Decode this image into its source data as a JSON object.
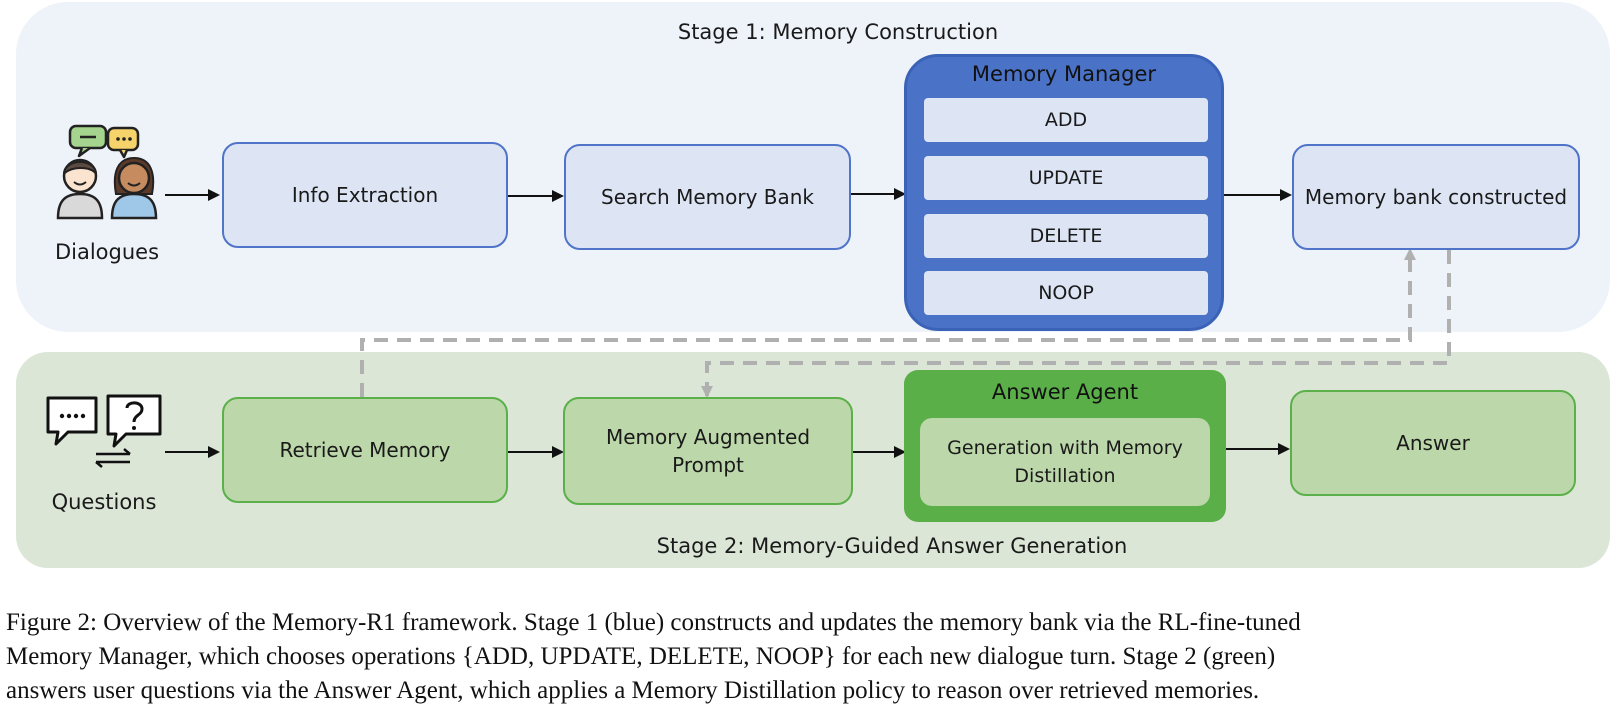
{
  "stage1": {
    "title": "Stage 1: Memory Construction"
  },
  "stage2": {
    "title": "Stage 2: Memory-Guided Answer Generation"
  },
  "dialogues": {
    "label": "Dialogues"
  },
  "questions": {
    "label": "Questions"
  },
  "nodes": {
    "info_extraction": "Info Extraction",
    "search_memory_bank": "Search Memory Bank",
    "memory_bank_constructed": "Memory bank constructed",
    "retrieve_memory": "Retrieve Memory",
    "memory_augmented_prompt": "Memory Augmented Prompt",
    "answer": "Answer"
  },
  "memory_manager": {
    "title": "Memory Manager",
    "operations": [
      "ADD",
      "UPDATE",
      "DELETE",
      "NOOP"
    ]
  },
  "answer_agent": {
    "title": "Answer Agent",
    "inner": "Generation with Memory Distillation"
  },
  "caption": {
    "line1": "Figure 2: Overview of the Memory-R1 framework. Stage 1 (blue) constructs and updates the memory bank via the RL-fine-tuned",
    "line2": "Memory Manager, which chooses operations {ADD, UPDATE, DELETE, NOOP} for each new dialogue turn. Stage 2 (green)",
    "line3": "answers user questions via the Answer Agent, which applies a Memory Distillation policy to reason over retrieved memories."
  },
  "colors": {
    "stage1_bg": "#eef2f9",
    "stage2_bg": "#dbe6d7",
    "memory_manager": "#4a72c6",
    "answer_agent": "#5aaf48",
    "blue_box_fill": "#dde5f5",
    "green_box_fill": "#bcd7a9",
    "dashed_connector": "#b0b0b0"
  },
  "icons": {
    "dialogues": "people-chat-icon",
    "questions": "question-chat-icon"
  }
}
